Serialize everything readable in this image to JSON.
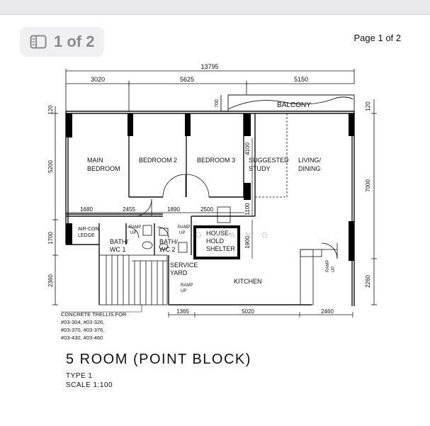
{
  "viewer": {
    "page_badge": "1 of 2",
    "page_label": "Page 1 of 2",
    "doc_icon": "sidebar-document-icon"
  },
  "plan": {
    "dims_top": {
      "overall": "13795",
      "seg1": "3020",
      "seg2": "5625",
      "seg3": "5150"
    },
    "dims_left": {
      "d1": "120",
      "d2": "5200",
      "d3": "1700",
      "d4": "2360"
    },
    "dims_right": {
      "d1": "120",
      "d2": "7000",
      "d3": "2260"
    },
    "dims_mid": {
      "a": "1680",
      "b": "2455",
      "c": "1890",
      "d": "2500",
      "v700": "700",
      "v4100": "4100",
      "v1100": "1100",
      "v1900": "1900"
    },
    "dims_bottom": {
      "a": "1365",
      "b": "5020",
      "c": "2460"
    },
    "rooms": {
      "balcony": "BALCONY",
      "main_bed_1": "MAIN",
      "main_bed_2": "BEDROOM",
      "bed2": "BEDROOM 2",
      "bed3": "BEDROOM 3",
      "study_1": "SUGGESTED",
      "study_2": "STUDY",
      "living_1": "LIVING/",
      "living_2": "DINING",
      "aircon_1": "AIR-CON",
      "aircon_2": "LEDGE",
      "bath1_1": "BATH/",
      "bath1_2": "WC 1",
      "bath2_1": "BATH/",
      "bath2_2": "WC 2",
      "shelter_1": "HOUSE-",
      "shelter_2": "HOLD",
      "shelter_3": "SHELTER",
      "service_1": "SERVICE",
      "service_2": "YARD",
      "kitchen": "KITCHEN",
      "ramp": "RAMP",
      "up": "UP"
    },
    "trellis": {
      "line1": "CONCRETE TRELLIS FOR",
      "line2": "#03-304, #03-326,",
      "line3": "#03-370, #03-376,",
      "line4": "#03-430, #03-460"
    },
    "watermark": "G W A N G"
  },
  "title": {
    "main": "5 ROOM (POINT BLOCK)",
    "type": "TYPE 1",
    "scale": "SCALE 1:100"
  }
}
